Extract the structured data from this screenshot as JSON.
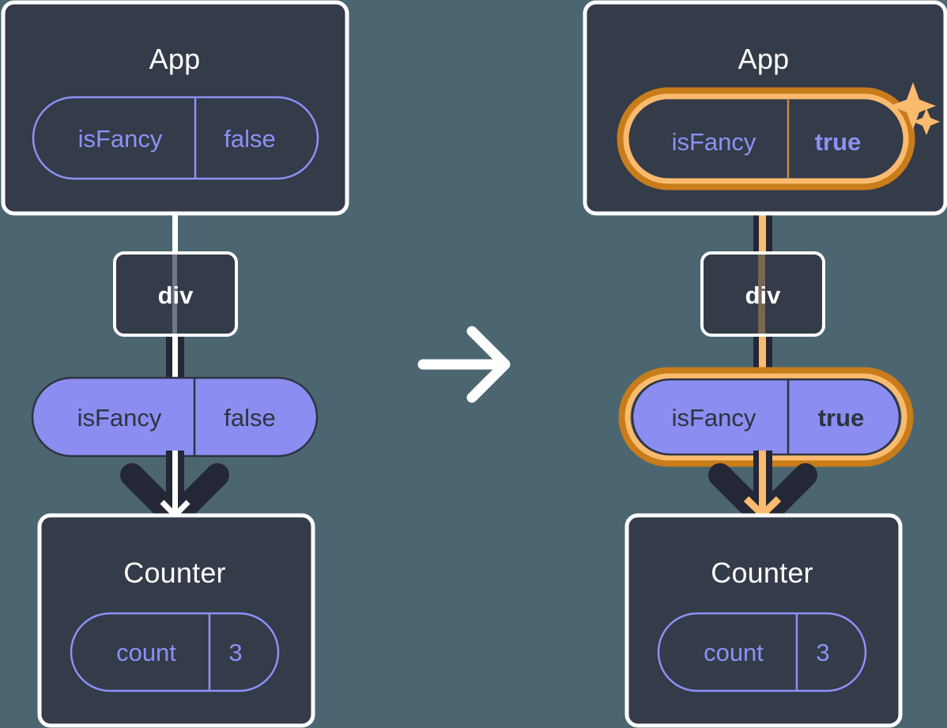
{
  "diagram": {
    "type": "react-state-flow",
    "description": "Two component trees side by side showing isFancy prop changing from false to true",
    "transition_arrow": "arrow-right-icon",
    "colors": {
      "background": "#4b6670",
      "box_fill": "#343b49",
      "box_border": "#ffffff",
      "pill_outline_stroke": "#8e90f5",
      "pill_solid_fill": "#8b8df0",
      "pill_solid_text": "#2e3340",
      "highlight_outer": "#c97c1a",
      "highlight_inner": "#fabb6e",
      "edge_dark": "#232736",
      "edge_white": "#ffffff",
      "edge_amber": "#fabb6e",
      "sparkle": "#fabb6e"
    },
    "panels": [
      {
        "id": "before",
        "highlighted": false,
        "nodes": [
          {
            "name": "app-box",
            "title": "App",
            "pill": {
              "key": "isFancy",
              "value": "false",
              "style": "outline",
              "highlighted": false,
              "bold_value": false
            }
          },
          {
            "name": "div-box",
            "title": "div"
          },
          {
            "name": "props-pill",
            "pill": {
              "key": "isFancy",
              "value": "false",
              "style": "solid",
              "highlighted": false,
              "bold_value": false
            }
          },
          {
            "name": "counter-box",
            "title": "Counter",
            "pill": {
              "key": "count",
              "value": "3",
              "style": "outline",
              "highlighted": false,
              "bold_value": false
            }
          }
        ]
      },
      {
        "id": "after",
        "highlighted": true,
        "sparkles": 2,
        "nodes": [
          {
            "name": "app-box",
            "title": "App",
            "pill": {
              "key": "isFancy",
              "value": "true",
              "style": "outline",
              "highlighted": true,
              "bold_value": true
            }
          },
          {
            "name": "div-box",
            "title": "div"
          },
          {
            "name": "props-pill",
            "pill": {
              "key": "isFancy",
              "value": "true",
              "style": "solid",
              "highlighted": true,
              "bold_value": true
            }
          },
          {
            "name": "counter-box",
            "title": "Counter",
            "pill": {
              "key": "count",
              "value": "3",
              "style": "outline",
              "highlighted": false,
              "bold_value": false
            }
          }
        ]
      }
    ]
  },
  "labels": {
    "left": {
      "app_title": "App",
      "app_pill_key": "isFancy",
      "app_pill_value": "false",
      "div_title": "div",
      "props_pill_key": "isFancy",
      "props_pill_value": "false",
      "counter_title": "Counter",
      "counter_pill_key": "count",
      "counter_pill_value": "3"
    },
    "right": {
      "app_title": "App",
      "app_pill_key": "isFancy",
      "app_pill_value": "true",
      "div_title": "div",
      "props_pill_key": "isFancy",
      "props_pill_value": "true",
      "counter_title": "Counter",
      "counter_pill_key": "count",
      "counter_pill_value": "3"
    }
  }
}
